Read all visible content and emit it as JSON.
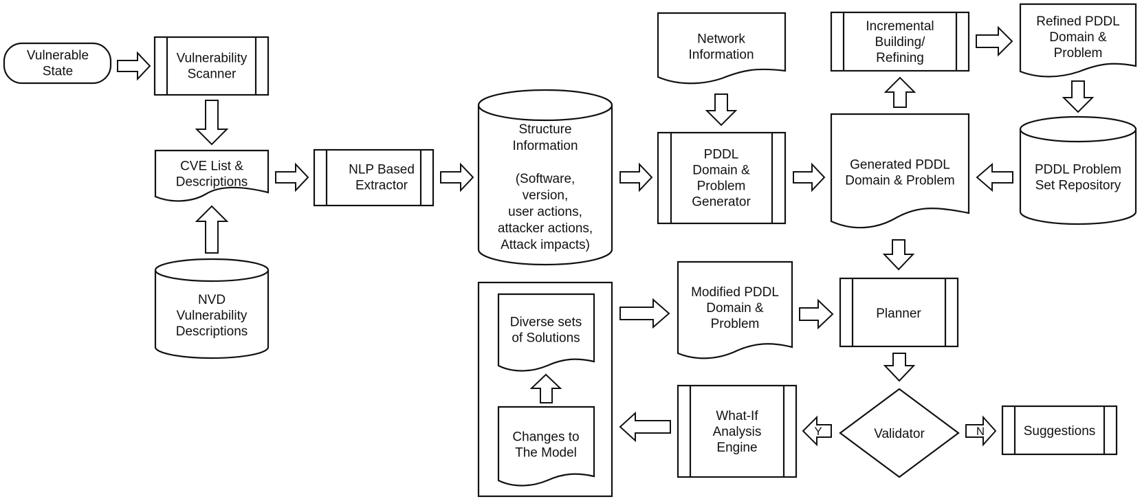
{
  "nodes": {
    "vulnerable_state": [
      "Vulnerable",
      "State"
    ],
    "vulnerability_scanner": [
      "Vulnerability",
      "Scanner"
    ],
    "cve_list": [
      "CVE List &",
      "Descriptions"
    ],
    "nvd": [
      "NVD",
      "Vulnerability",
      "Descriptions"
    ],
    "nlp_extractor": [
      "NLP Based",
      "Extractor"
    ],
    "structure_info": [
      "Structure",
      "Information",
      "",
      "(Software,",
      "version,",
      "user actions,",
      "attacker actions,",
      "Attack impacts)"
    ],
    "network_info": [
      "Network",
      "Information"
    ],
    "pddl_generator": [
      "PDDL",
      "Domain &",
      "Problem",
      "Generator"
    ],
    "generated_pddl": [
      "Generated PDDL",
      "Domain & Problem"
    ],
    "incremental": [
      "Incremental",
      "Building/",
      "Refining"
    ],
    "refined_pddl": [
      "Refined PDDL",
      "Domain &",
      "Problem"
    ],
    "problem_repo": [
      "PDDL Problem",
      "Set Repository"
    ],
    "modified_pddl": [
      "Modified PDDL",
      "Domain &",
      "Problem"
    ],
    "planner": [
      "Planner"
    ],
    "validator": [
      "Validator"
    ],
    "suggestions": [
      "Suggestions"
    ],
    "whatif": [
      "What-If",
      "Analysis",
      "Engine"
    ],
    "diverse": [
      "Diverse sets",
      "of Solutions"
    ],
    "changes": [
      "Changes to",
      "The Model"
    ]
  },
  "edge_labels": {
    "yes": "Y",
    "no": "N"
  }
}
